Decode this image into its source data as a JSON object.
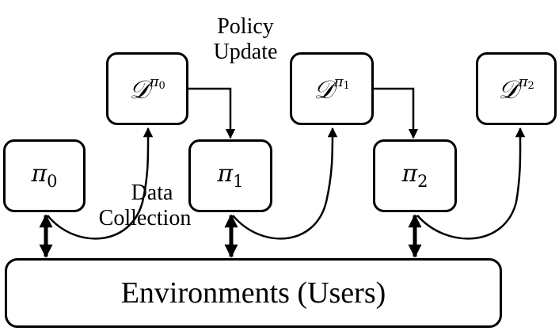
{
  "policies": [
    {
      "symbol": "π",
      "subscript": "0"
    },
    {
      "symbol": "π",
      "subscript": "1"
    },
    {
      "symbol": "π",
      "subscript": "2"
    }
  ],
  "datasets": [
    {
      "symbol": "𝒟",
      "sup_symbol": "π",
      "sup_subscript": "0"
    },
    {
      "symbol": "𝒟",
      "sup_symbol": "π",
      "sup_subscript": "1"
    },
    {
      "symbol": "𝒟",
      "sup_symbol": "π",
      "sup_subscript": "2"
    }
  ],
  "labels": {
    "policy_update_line1": "Policy",
    "policy_update_line2": "Update",
    "data_collection_line1": "Data",
    "data_collection_line2": "Collection"
  },
  "environment": {
    "label": "Environments (Users)"
  }
}
